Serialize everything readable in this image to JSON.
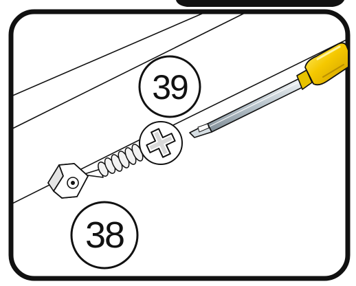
{
  "callouts": [
    {
      "id": "part-39",
      "label": "39"
    },
    {
      "id": "part-38",
      "label": "38"
    }
  ],
  "icons": [
    "screwdriver-icon",
    "phillips-screw-icon",
    "corner-bracket-icon"
  ],
  "colors": {
    "outline": "#111111",
    "handle": "#f5c800",
    "handle_shade": "#c99a00",
    "shaft": "#c9d4dc",
    "background": "#ffffff"
  }
}
